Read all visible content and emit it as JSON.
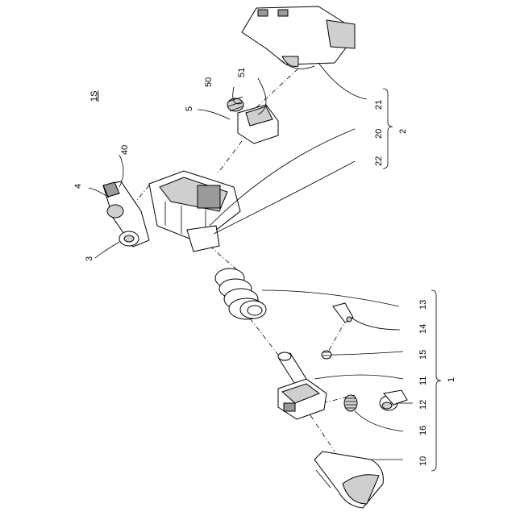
{
  "figure": {
    "id_label": "1S",
    "labels": [
      "1",
      "2",
      "3",
      "4",
      "5",
      "10",
      "11",
      "12",
      "13",
      "14",
      "15",
      "16",
      "20",
      "21",
      "22",
      "40",
      "50",
      "51"
    ]
  }
}
